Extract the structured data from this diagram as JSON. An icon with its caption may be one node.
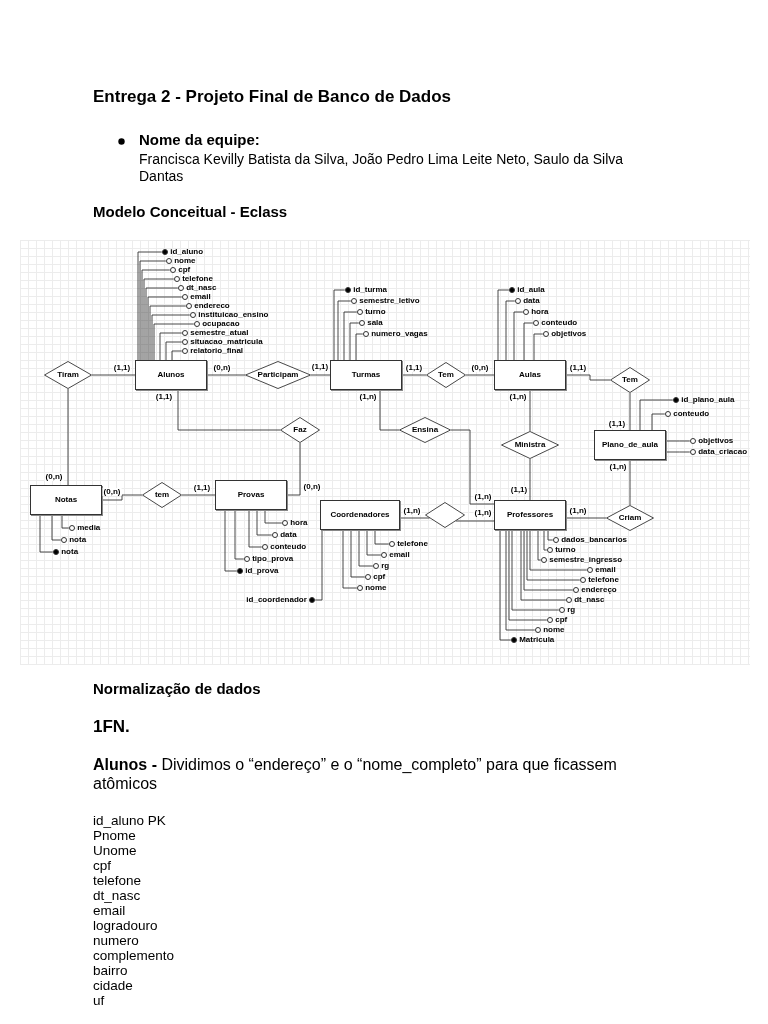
{
  "diagram": {
    "title": "Entrega 2 - Projeto Final de Banco de Dados",
    "nodes": [
      {
        "text": [
          "Alunos"
        ]
      },
      {
        "text": [
          "Turmas"
        ]
      },
      {
        "text": [
          "Aulas"
        ]
      },
      {
        "text": [
          "Plano_de_aula"
        ]
      },
      {
        "text": [
          "Notas"
        ]
      },
      {
        "text": [
          "Provas"
        ]
      },
      {
        "text": [
          "Coordenadores"
        ]
      },
      {
        "text": [
          "Professores"
        ]
      },
      {
        "text": [
          "Tiram"
        ]
      },
      {
        "text": [
          "Participam"
        ]
      },
      {
        "text": [
          "Tem"
        ]
      },
      {
        "text": [
          "Tem"
        ]
      },
      {
        "text": [
          "Faz"
        ]
      },
      {
        "text": [
          "tem"
        ]
      },
      {
        "text": [
          "Ensina"
        ]
      },
      {
        "text": [
          "Ministra"
        ]
      },
      {
        "text": [],
        "shape": "diamond"
      },
      {
        "text": [
          "Criam"
        ]
      },
      {
        "text": [],
        "shape": "dot",
        "beside": [
          "id_aluno"
        ]
      },
      {
        "text": [],
        "shape": "circle",
        "beside": [
          "nome"
        ]
      },
      {
        "text": [],
        "shape": "circle",
        "beside": [
          "cpf"
        ]
      },
      {
        "text": [],
        "shape": "circle",
        "beside": [
          "telefone"
        ]
      },
      {
        "text": [],
        "shape": "circle",
        "beside": [
          "dt_nasc"
        ]
      },
      {
        "text": [],
        "shape": "circle",
        "beside": [
          "email"
        ]
      },
      {
        "text": [],
        "shape": "circle",
        "beside": [
          "endereco"
        ]
      },
      {
        "text": [],
        "shape": "circle",
        "beside": [
          "instituicao_ensino"
        ]
      },
      {
        "text": [],
        "shape": "circle",
        "beside": [
          "ocupacao"
        ]
      },
      {
        "text": [],
        "shape": "circle",
        "beside": [
          "semestre_atual"
        ]
      },
      {
        "text": [],
        "shape": "circle",
        "beside": [
          "situacao_matricula"
        ]
      },
      {
        "text": [],
        "shape": "circle",
        "beside": [
          "relatorio_final"
        ]
      },
      {
        "text": [],
        "shape": "dot",
        "beside": [
          "id_turma"
        ]
      },
      {
        "text": [],
        "shape": "circle",
        "beside": [
          "semestre_letivo"
        ]
      },
      {
        "text": [],
        "shape": "circle",
        "beside": [
          "turno"
        ]
      },
      {
        "text": [],
        "shape": "circle",
        "beside": [
          "sala"
        ]
      },
      {
        "text": [],
        "shape": "circle",
        "beside": [
          "numero_vagas"
        ]
      },
      {
        "text": [],
        "shape": "dot",
        "beside": [
          "id_aula"
        ]
      },
      {
        "text": [],
        "shape": "circle",
        "beside": [
          "data"
        ]
      },
      {
        "text": [],
        "shape": "circle",
        "beside": [
          "hora"
        ]
      },
      {
        "text": [],
        "shape": "circle",
        "beside": [
          "conteudo"
        ]
      },
      {
        "text": [],
        "shape": "circle",
        "beside": [
          "objetivos"
        ]
      },
      {
        "text": [],
        "shape": "dot",
        "beside": [
          "id_plano_aula"
        ]
      },
      {
        "text": [],
        "shape": "circle",
        "beside": [
          "conteudo"
        ]
      },
      {
        "text": [],
        "shape": "circle",
        "beside": [
          "objetivos"
        ]
      },
      {
        "text": [],
        "shape": "circle",
        "beside": [
          "data_criacao"
        ]
      },
      {
        "text": [],
        "shape": "circle",
        "beside": [
          "media"
        ]
      },
      {
        "text": [],
        "shape": "circle",
        "beside": [
          "nota"
        ]
      },
      {
        "text": [],
        "shape": "dot",
        "beside": [
          "nota"
        ]
      },
      {
        "text": [],
        "shape": "circle",
        "beside": [
          "hora"
        ]
      },
      {
        "text": [],
        "shape": "circle",
        "beside": [
          "data"
        ]
      },
      {
        "text": [],
        "shape": "circle",
        "beside": [
          "conteudo"
        ]
      },
      {
        "text": [],
        "shape": "circle",
        "beside": [
          "tipo_prova"
        ]
      },
      {
        "text": [],
        "shape": "dot",
        "beside": [
          "id_prova"
        ]
      },
      {
        "text": [],
        "shape": "circle",
        "beside": [
          "telefone"
        ]
      },
      {
        "text": [],
        "shape": "circle",
        "beside": [
          "email"
        ]
      },
      {
        "text": [],
        "shape": "circle",
        "beside": [
          "rg"
        ]
      },
      {
        "text": [],
        "shape": "circle",
        "beside": [
          "cpf"
        ]
      },
      {
        "text": [],
        "shape": "circle",
        "beside": [
          "nome"
        ]
      },
      {
        "text": [],
        "shape": "dot",
        "beside": [
          "id_coordenador"
        ]
      },
      {
        "text": [],
        "shape": "circle",
        "beside": [
          "dados_bancarios"
        ]
      },
      {
        "text": [],
        "shape": "circle",
        "beside": [
          "turno"
        ]
      },
      {
        "text": [],
        "shape": "circle",
        "beside": [
          "semestre_ingresso"
        ]
      },
      {
        "text": [],
        "shape": "circle",
        "beside": [
          "email"
        ]
      },
      {
        "text": [],
        "shape": "circle",
        "beside": [
          "telefone"
        ]
      },
      {
        "text": [],
        "shape": "circle",
        "beside": [
          "endereço"
        ]
      },
      {
        "text": [],
        "shape": "circle",
        "beside": [
          "dt_nasc"
        ]
      },
      {
        "text": [],
        "shape": "circle",
        "beside": [
          "rg"
        ]
      },
      {
        "text": [],
        "shape": "circle",
        "beside": [
          "cpf"
        ]
      },
      {
        "text": [],
        "shape": "circle",
        "beside": [
          "nome"
        ]
      },
      {
        "text": [],
        "shape": "dot",
        "beside": [
          "Matricula"
        ]
      }
    ],
    "edges": [
      {
        "from": 8,
        "to": 0,
        "arrow": "none",
        "label": "(1,1)"
      },
      {
        "from": 8,
        "to": 4,
        "arrow": "none",
        "label": "(0,n)"
      },
      {
        "from": 0,
        "to": 9,
        "arrow": "none",
        "label": "(0,n)"
      },
      {
        "from": 9,
        "to": 1,
        "arrow": "none",
        "label": "(1,1)"
      },
      {
        "from": 1,
        "to": 10,
        "arrow": "none",
        "label": "(1,1)"
      },
      {
        "from": 10,
        "to": 2,
        "arrow": "none",
        "label": "(0,n)"
      },
      {
        "from": 2,
        "to": 11,
        "arrow": "none",
        "label": "(1,1)"
      },
      {
        "from": 11,
        "to": 3,
        "arrow": "none",
        "label": "(1,1)"
      },
      {
        "from": 0,
        "to": 12,
        "arrow": "none",
        "label": "(1,1)"
      },
      {
        "from": 12,
        "to": 5,
        "arrow": "none",
        "label": "(0,n)"
      },
      {
        "from": 4,
        "to": 13,
        "arrow": "none",
        "label": "(0,n)"
      },
      {
        "from": 13,
        "to": 5,
        "arrow": "none",
        "label": "(1,1)"
      },
      {
        "from": 1,
        "to": 14,
        "arrow": "none",
        "label": "(1,n)"
      },
      {
        "from": 14,
        "to": 7,
        "arrow": "none",
        "label": "(1,n)"
      },
      {
        "from": 2,
        "to": 15,
        "arrow": "none",
        "label": "(1,n)"
      },
      {
        "from": 15,
        "to": 7,
        "arrow": "none",
        "label": "(1,1)"
      },
      {
        "from": 6,
        "to": 16,
        "arrow": "none",
        "label": "(1,n)"
      },
      {
        "from": 16,
        "to": 7,
        "arrow": "none",
        "label": "(1,n)"
      },
      {
        "from": 7,
        "to": 17,
        "arrow": "none",
        "label": "(1,n)"
      },
      {
        "from": 17,
        "to": 3,
        "arrow": "none",
        "label": "(1,n)"
      },
      {
        "from": 0,
        "to": 18,
        "arrow": "none"
      },
      {
        "from": 0,
        "to": 19,
        "arrow": "none"
      },
      {
        "from": 0,
        "to": 20,
        "arrow": "none"
      },
      {
        "from": 0,
        "to": 21,
        "arrow": "none"
      },
      {
        "from": 0,
        "to": 22,
        "arrow": "none"
      },
      {
        "from": 0,
        "to": 23,
        "arrow": "none"
      },
      {
        "from": 0,
        "to": 24,
        "arrow": "none"
      },
      {
        "from": 0,
        "to": 25,
        "arrow": "none"
      },
      {
        "from": 0,
        "to": 26,
        "arrow": "none"
      },
      {
        "from": 0,
        "to": 27,
        "arrow": "none"
      },
      {
        "from": 0,
        "to": 28,
        "arrow": "none"
      },
      {
        "from": 0,
        "to": 29,
        "arrow": "none"
      },
      {
        "from": 1,
        "to": 30,
        "arrow": "none"
      },
      {
        "from": 1,
        "to": 31,
        "arrow": "none"
      },
      {
        "from": 1,
        "to": 32,
        "arrow": "none"
      },
      {
        "from": 1,
        "to": 33,
        "arrow": "none"
      },
      {
        "from": 1,
        "to": 34,
        "arrow": "none"
      },
      {
        "from": 2,
        "to": 35,
        "arrow": "none"
      },
      {
        "from": 2,
        "to": 36,
        "arrow": "none"
      },
      {
        "from": 2,
        "to": 37,
        "arrow": "none"
      },
      {
        "from": 2,
        "to": 38,
        "arrow": "none"
      },
      {
        "from": 2,
        "to": 39,
        "arrow": "none"
      },
      {
        "from": 3,
        "to": 40,
        "arrow": "none"
      },
      {
        "from": 3,
        "to": 41,
        "arrow": "none"
      },
      {
        "from": 3,
        "to": 42,
        "arrow": "none"
      },
      {
        "from": 3,
        "to": 43,
        "arrow": "none"
      },
      {
        "from": 4,
        "to": 44,
        "arrow": "none"
      },
      {
        "from": 4,
        "to": 45,
        "arrow": "none"
      },
      {
        "from": 4,
        "to": 46,
        "arrow": "none"
      },
      {
        "from": 5,
        "to": 47,
        "arrow": "none"
      },
      {
        "from": 5,
        "to": 48,
        "arrow": "none"
      },
      {
        "from": 5,
        "to": 49,
        "arrow": "none"
      },
      {
        "from": 5,
        "to": 50,
        "arrow": "none"
      },
      {
        "from": 5,
        "to": 51,
        "arrow": "none"
      },
      {
        "from": 6,
        "to": 52,
        "arrow": "none"
      },
      {
        "from": 6,
        "to": 53,
        "arrow": "none"
      },
      {
        "from": 6,
        "to": 54,
        "arrow": "none"
      },
      {
        "from": 6,
        "to": 55,
        "arrow": "none"
      },
      {
        "from": 6,
        "to": 56,
        "arrow": "none"
      },
      {
        "from": 6,
        "to": 57,
        "arrow": "none"
      },
      {
        "from": 7,
        "to": 58,
        "arrow": "none"
      },
      {
        "from": 7,
        "to": 59,
        "arrow": "none"
      },
      {
        "from": 7,
        "to": 60,
        "arrow": "none"
      },
      {
        "from": 7,
        "to": 61,
        "arrow": "none"
      },
      {
        "from": 7,
        "to": 62,
        "arrow": "none"
      },
      {
        "from": 7,
        "to": 63,
        "arrow": "none"
      },
      {
        "from": 7,
        "to": 64,
        "arrow": "none"
      },
      {
        "from": 7,
        "to": 65,
        "arrow": "none"
      },
      {
        "from": 7,
        "to": 66,
        "arrow": "none"
      },
      {
        "from": 7,
        "to": 67,
        "arrow": "none"
      },
      {
        "from": 7,
        "to": 68,
        "arrow": "none"
      }
    ],
    "labels": [
      "Nome da equipe:",
      "Francisca Kevilly Batista da Silva, João Pedro Lima Leite Neto, Saulo da Silva Dantas",
      "Modelo Conceitual - Eclass",
      "Normalização de dados",
      "1FN.",
      "**Alunos -** Dividimos o “endereço” e o “nome_completo” para que ficassem atômicos",
      "id_aluno PK",
      "Pnome",
      "Unome",
      "cpf",
      "telefone",
      "dt_nasc",
      "email",
      "logradouro",
      "numero",
      "complemento",
      "bairro",
      "cidade",
      "uf"
    ]
  }
}
